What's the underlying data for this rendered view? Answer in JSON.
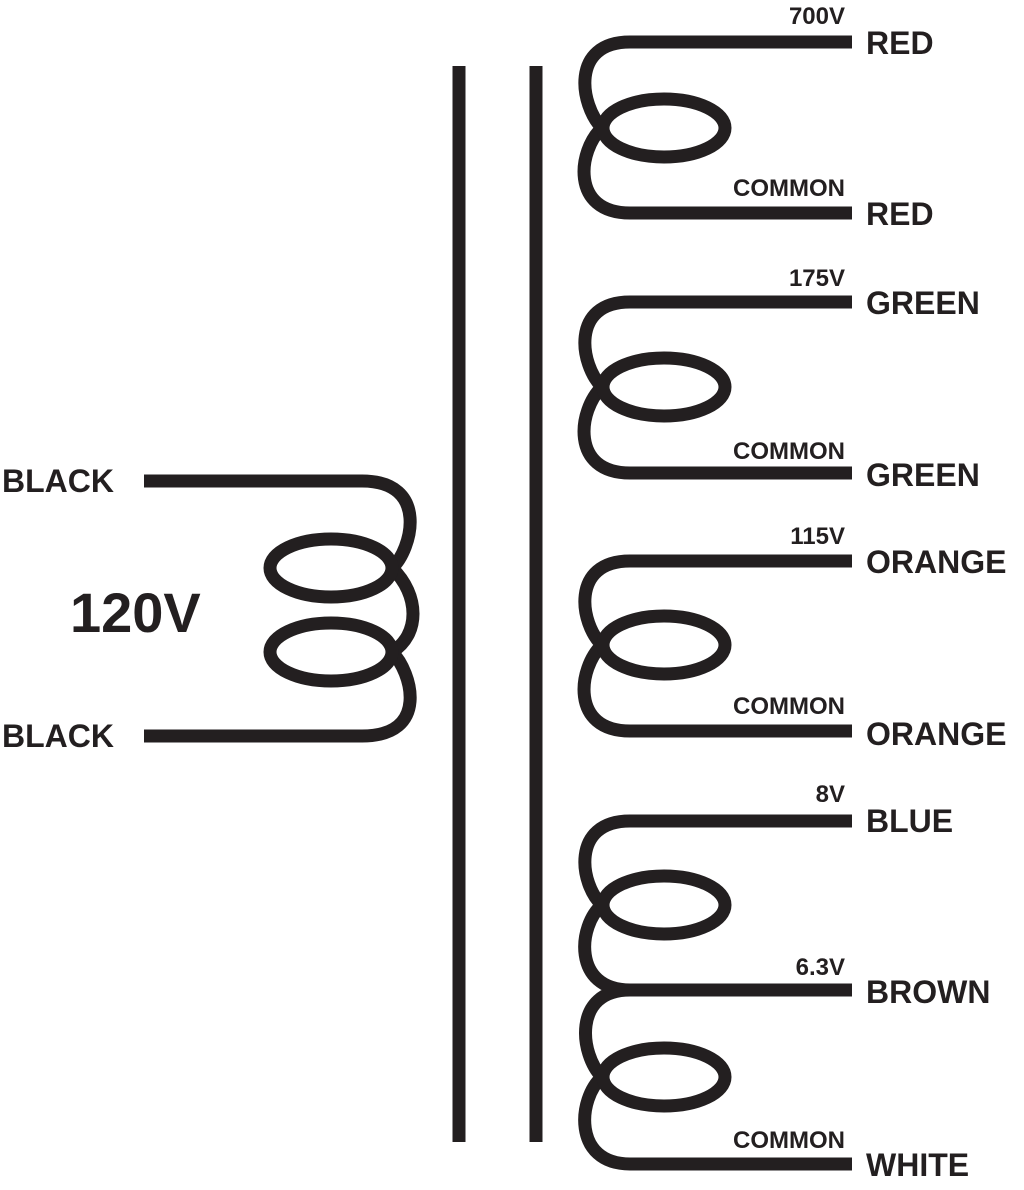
{
  "primary": {
    "voltage": "120V",
    "lead_top": "BLACK",
    "lead_bottom": "BLACK"
  },
  "secondaries": [
    {
      "tap_top": "700V",
      "color_top": "RED",
      "tap_bottom": "COMMON",
      "color_bottom": "RED"
    },
    {
      "tap_top": "175V",
      "color_top": "GREEN",
      "tap_bottom": "COMMON",
      "color_bottom": "GREEN"
    },
    {
      "tap_top": "115V",
      "color_top": "ORANGE",
      "tap_bottom": "COMMON",
      "color_bottom": "ORANGE"
    }
  ],
  "filament": {
    "tap_top": "8V",
    "color_top": "BLUE",
    "tap_mid": "6.3V",
    "color_mid": "BROWN",
    "tap_bottom": "COMMON",
    "color_bottom": "WHITE"
  },
  "colors": {
    "ink": "#231f20",
    "background": "#ffffff"
  }
}
